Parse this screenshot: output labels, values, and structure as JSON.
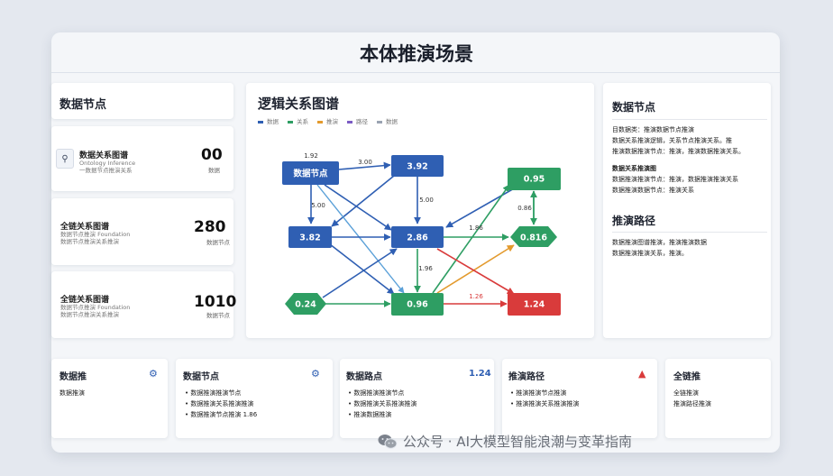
{
  "page_title": "本体推演场景",
  "left": {
    "heading": "数据节点",
    "cards": [
      {
        "title": "数据关系图谱",
        "sub1": "Ontology Inference",
        "sub2": "一数据节点推演关系",
        "value": "00",
        "unit": "数据"
      },
      {
        "title": "全链关系图谱",
        "sub1": "数据节点推演 Foundation",
        "sub2": "数据节点推演关系推演",
        "value": "280",
        "unit": "数据节点"
      },
      {
        "title": "全链关系图谱",
        "sub1": "数据节点推演 Foundation",
        "sub2": "数据节点推演关系推演",
        "value": "1010",
        "unit": "数据节点"
      }
    ]
  },
  "graph": {
    "title": "逻辑关系图谱",
    "legend": [
      {
        "label": "数据",
        "color": "#2f5fb3"
      },
      {
        "label": "关系",
        "color": "#2e9e63"
      },
      {
        "label": "推演",
        "color": "#e39a2d"
      },
      {
        "label": "路径",
        "color": "#7b5cc4"
      },
      {
        "label": "数据",
        "color": "#9aa3b2"
      }
    ],
    "nodes": {
      "n1": "数据节点",
      "n2": "3.92",
      "n3": "0.95",
      "n4": "3.82",
      "n5": "2.86",
      "n6": "0.816",
      "n7": "0.24",
      "n8": "0.96",
      "n9": "1.24"
    },
    "edge_labels": {
      "e1": "1.92",
      "e2": "3.00",
      "e3": "5.00",
      "e4": "5.00",
      "e5": "1.86",
      "e6": "0.86",
      "e7": "1.96",
      "e8": "1.26"
    }
  },
  "right": {
    "heading1": "数据节点",
    "lines1": [
      "目数据类：推演数据节点推演",
      "数据关系推演逻辑，关系节点推演关系。推",
      "推演数据推演节点：推演，推演数据推演关系。",
      "",
      "数据关系推演图",
      "数据推演推演节点：推演，数据推演推演关系",
      "数据推演数据节点：推演关系"
    ],
    "heading2": "推演路径",
    "lines2": [
      "数据推演图谱推演，推演推演数据",
      "数据推演推演关系，推演。"
    ]
  },
  "bottom": [
    {
      "title": "数据推",
      "icon": "⚙",
      "icon_color": "#2f5fb3",
      "lines": [
        "数据推演"
      ]
    },
    {
      "title": "数据节点",
      "icon": "⚙",
      "icon_color": "#2f5fb3",
      "lines": [
        "• 数据推演推演节点",
        "• 数据推演关系推演推演",
        "• 数据推演节点推演 1.86"
      ]
    },
    {
      "title": "数据路点",
      "icon": "1.24",
      "icon_color": "#2f5fb3",
      "lines": [
        "• 数据推演推演节点",
        "• 数据推演关系推演推演",
        "• 推演数据推演"
      ]
    },
    {
      "title": "推演路径",
      "icon": "▲",
      "icon_color": "#d93b3b",
      "lines": [
        "• 推演推演节点推演",
        "• 推演推演关系推演推演"
      ]
    },
    {
      "title": "全链推",
      "icon": "",
      "icon_color": "#2f5fb3",
      "lines": [
        "全链推演",
        "推演路径推演"
      ]
    }
  ],
  "watermark": "公众号 · AI大模型智能浪潮与变革指南"
}
